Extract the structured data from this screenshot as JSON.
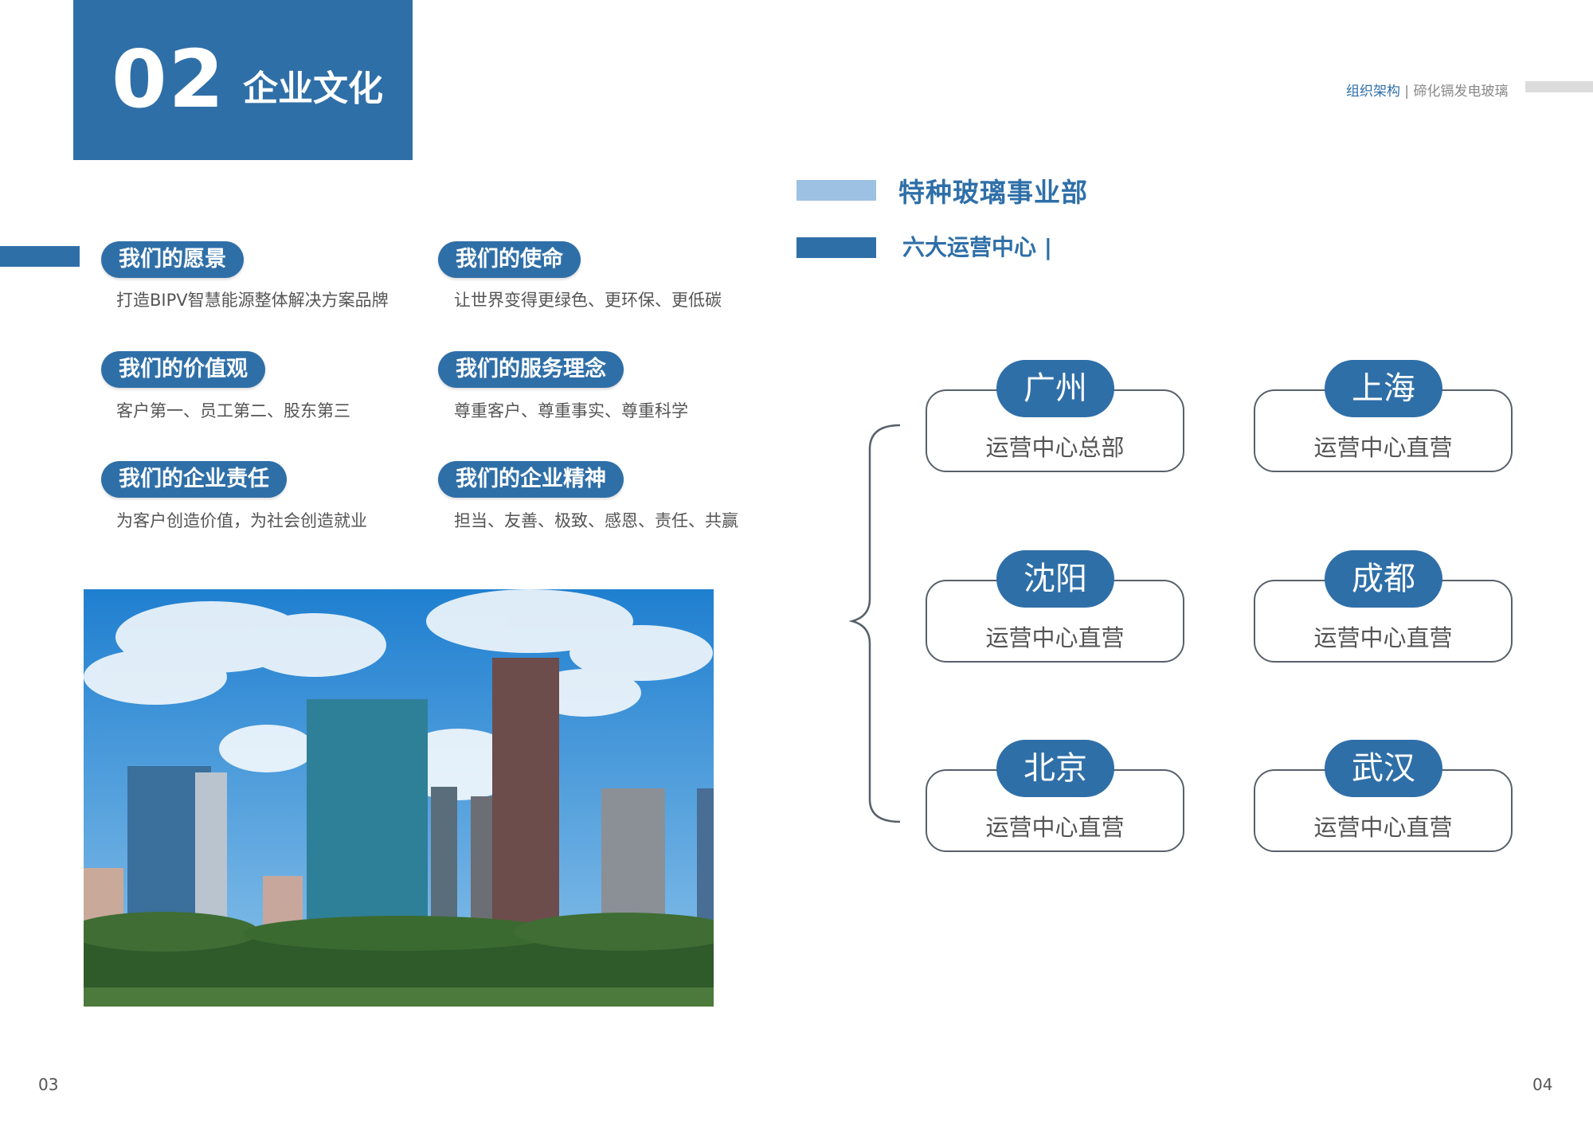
{
  "header": {
    "number": "02",
    "title": "企业文化"
  },
  "breadcrumb": {
    "section": "组织架构",
    "separator": "|",
    "subtitle": "碲化镉发电玻璃"
  },
  "culture": [
    {
      "label": "我们的愿景",
      "text": "打造BIPV智慧能源整体解决方案品牌"
    },
    {
      "label": "我们的使命",
      "text": "让世界变得更绿色、更环保、更低碳"
    },
    {
      "label": "我们的价值观",
      "text": "客户第一、员工第二、股东第三"
    },
    {
      "label": "我们的服务理念",
      "text": "尊重客户、尊重事实、尊重科学"
    },
    {
      "label": "我们的企业责任",
      "text": "为客户创造价值，为社会创造就业"
    },
    {
      "label": "我们的企业精神",
      "text": "担当、友善、极致、感恩、责任、共赢"
    }
  ],
  "division": {
    "title": "特种玻璃事业部",
    "subtitle": "六大运营中心 |"
  },
  "centers": [
    {
      "city": "广州",
      "type": "运营中心总部"
    },
    {
      "city": "上海",
      "type": "运营中心直营"
    },
    {
      "city": "沈阳",
      "type": "运营中心直营"
    },
    {
      "city": "成都",
      "type": "运营中心直营"
    },
    {
      "city": "北京",
      "type": "运营中心直营"
    },
    {
      "city": "武汉",
      "type": "运营中心直营"
    }
  ],
  "pages": {
    "left": "03",
    "right": "04"
  },
  "colors": {
    "primary": "#2f6fa8",
    "light": "#9cc1e2",
    "card_border": "#58606a"
  }
}
